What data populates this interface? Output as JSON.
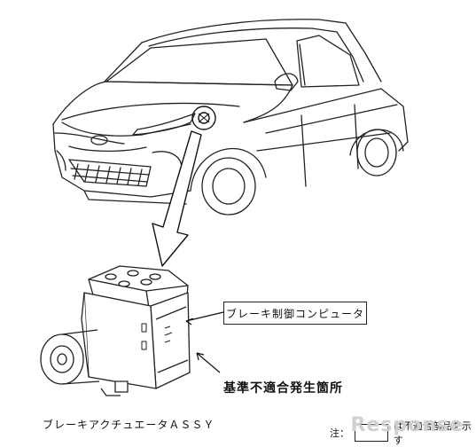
{
  "labels": {
    "computer": "ブレーキ制御コンピュータ",
    "defect_location": "基準不適合発生箇所",
    "actuator": "ブレーキアクチュエータＡＳＳＹ",
    "note_prefix": "注：",
    "note_text": "は不適合部品を示す",
    "watermark": "Response"
  }
}
